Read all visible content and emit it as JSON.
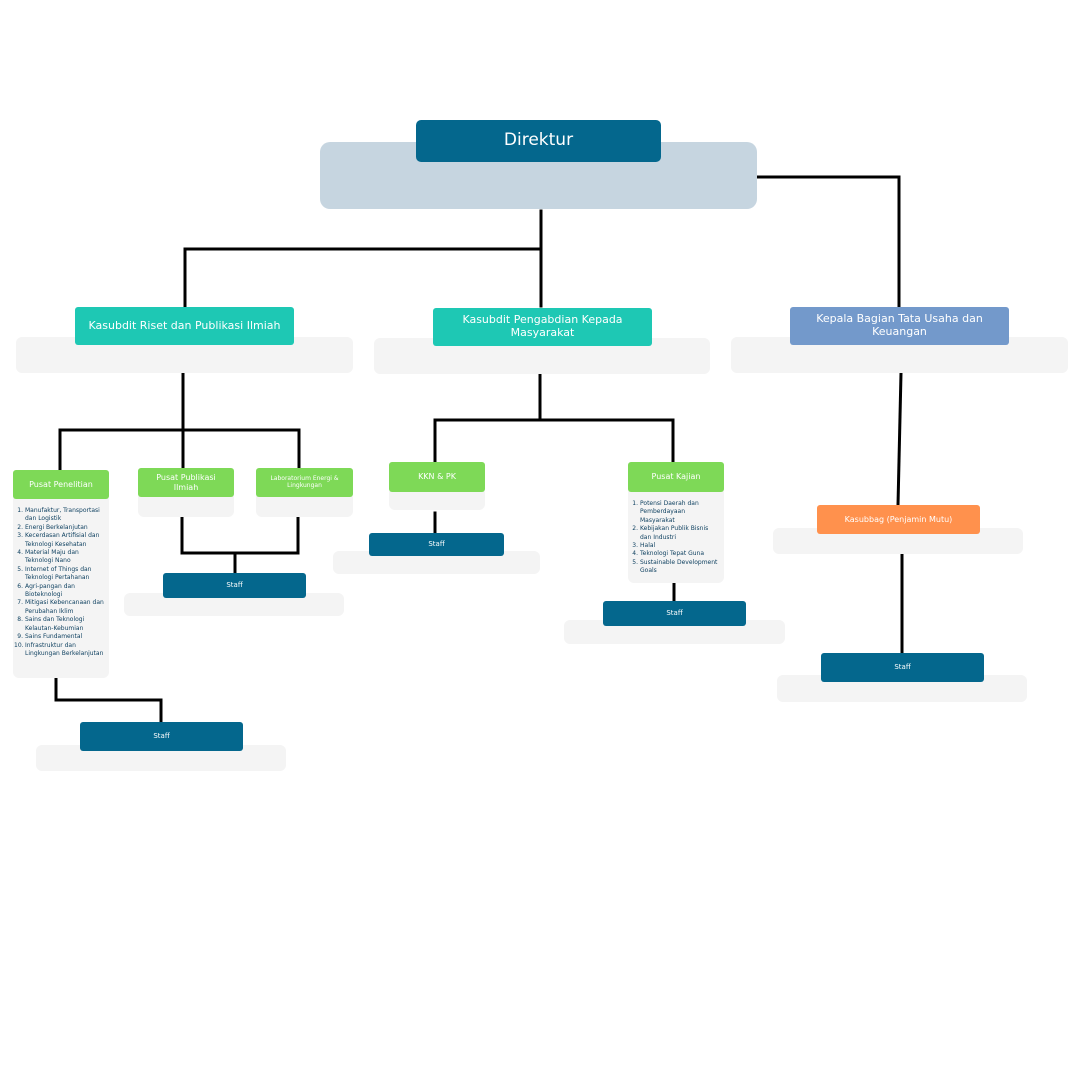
{
  "director": {
    "label": "Direktur"
  },
  "level2": {
    "riset": "Kasubdit Riset dan Publikasi Ilmiah",
    "pengabdian": "Kasubdit Pengabdian Kepada Masyarakat",
    "tata_usaha": "Kepala Bagian Tata Usaha dan Keuangan"
  },
  "level3": {
    "pusat_penelitian": "Pusat Penelitian",
    "pusat_publikasi": "Pusat Publikasi Ilmiah",
    "laboratorium": "Laboratorium Energi & Lingkungan",
    "kkn": "KKN & PK",
    "pusat_kajian": "Pusat Kajian",
    "kasubbag": "Kasubbag (Penjamin Mutu)"
  },
  "staff_label": "Staff",
  "pusat_penelitian_list": [
    {
      "n": "1.",
      "t": "Manufaktur, Transportasi dan Logistik"
    },
    {
      "n": "2.",
      "t": "Energi Berkelanjutan"
    },
    {
      "n": "3.",
      "t": "Kecerdasan Artifisial dan Teknologi Kesehatan"
    },
    {
      "n": "4.",
      "t": "Material Maju dan Teknologi Nano"
    },
    {
      "n": "5.",
      "t": "Internet of Things dan Teknologi Pertahanan"
    },
    {
      "n": "6.",
      "t": "Agri-pangan dan Bioteknologi"
    },
    {
      "n": "7.",
      "t": "Mitigasi Kebencanaan dan Perubahan Iklim"
    },
    {
      "n": "8.",
      "t": "Sains dan Teknologi Kelautan-Kebumian"
    },
    {
      "n": "9.",
      "t": "Sains Fundamental"
    },
    {
      "n": "10.",
      "t": "Infrastruktur dan Lingkungan Berkelanjutan"
    }
  ],
  "pusat_kajian_list": [
    {
      "n": "1.",
      "t": "Potensi Daerah dan Pemberdayaan Masyarakat"
    },
    {
      "n": "2.",
      "t": "Kebijakan Publik Bisnis dan Industri"
    },
    {
      "n": "3.",
      "t": "Halal"
    },
    {
      "n": "4.",
      "t": "Teknologi Tepat Guna"
    },
    {
      "n": "5.",
      "t": "Sustainable Development Goals"
    }
  ],
  "colors": {
    "dark_blue": "#04678d",
    "teal": "#1ec8b4",
    "steel_blue": "#7399cb",
    "green": "#7ed957",
    "orange": "#ff914d",
    "light_gray": "#f4f4f4",
    "director_card": "#c6d5e0"
  }
}
